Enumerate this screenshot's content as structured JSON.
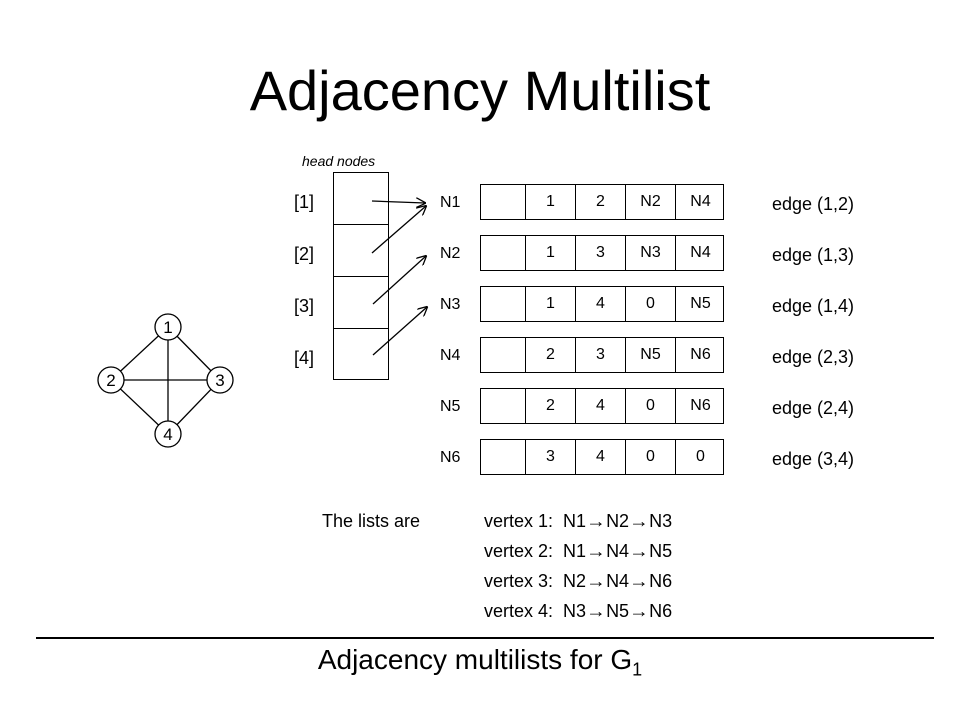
{
  "title": "Adjacency Multilist",
  "head_nodes": {
    "caption": "head nodes",
    "indices": [
      "[1]",
      "[2]",
      "[3]",
      "[4]"
    ]
  },
  "nodes": [
    {
      "label": "N1",
      "fields": [
        "",
        "1",
        "2",
        "N2",
        "N4"
      ],
      "edge": "edge (1,2)"
    },
    {
      "label": "N2",
      "fields": [
        "",
        "1",
        "3",
        "N3",
        "N4"
      ],
      "edge": "edge (1,3)"
    },
    {
      "label": "N3",
      "fields": [
        "",
        "1",
        "4",
        "0",
        "N5"
      ],
      "edge": "edge (1,4)"
    },
    {
      "label": "N4",
      "fields": [
        "",
        "2",
        "3",
        "N5",
        "N6"
      ],
      "edge": "edge (2,3)"
    },
    {
      "label": "N5",
      "fields": [
        "",
        "2",
        "4",
        "0",
        "N6"
      ],
      "edge": "edge (2,4)"
    },
    {
      "label": "N6",
      "fields": [
        "",
        "3",
        "4",
        "0",
        "0"
      ],
      "edge": "edge (3,4)"
    }
  ],
  "graph": {
    "vertices": [
      "1",
      "2",
      "3",
      "4"
    ]
  },
  "lists": {
    "label": "The lists are",
    "rows": [
      {
        "vertex": "vertex 1:",
        "chain": [
          "N1",
          "N2",
          "N3"
        ]
      },
      {
        "vertex": "vertex 2:",
        "chain": [
          "N1",
          "N4",
          "N5"
        ]
      },
      {
        "vertex": "vertex 3:",
        "chain": [
          "N2",
          "N4",
          "N6"
        ]
      },
      {
        "vertex": "vertex 4:",
        "chain": [
          "N3",
          "N5",
          "N6"
        ]
      }
    ]
  },
  "footer": {
    "text": "Adjacency multilists for G",
    "subscript": "1"
  }
}
